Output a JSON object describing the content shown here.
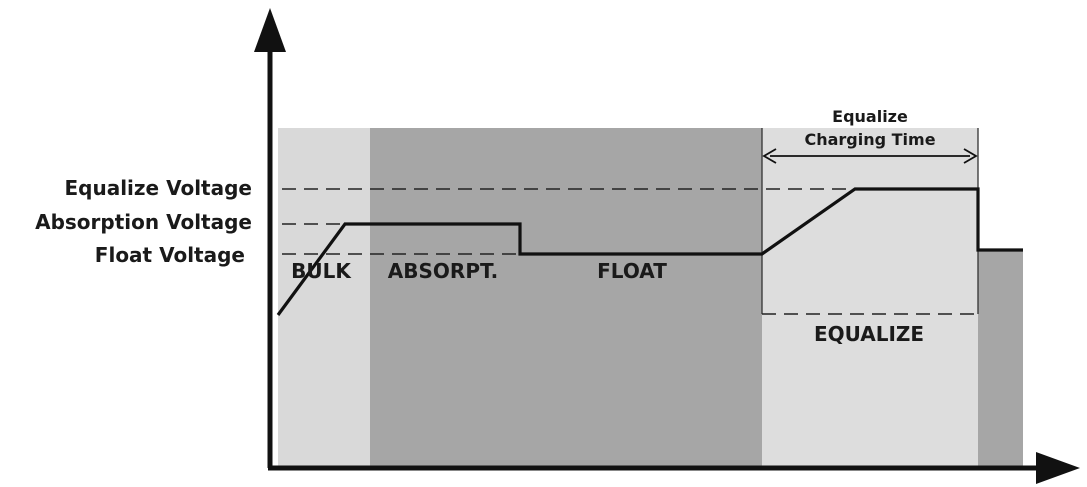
{
  "voltage_labels": {
    "equalize": "Equalize Voltage",
    "absorption": "Absorption Voltage",
    "float": "Float Voltage"
  },
  "stage_labels": {
    "bulk": "BULK",
    "absorption": "ABSORPT.",
    "float": "FLOAT",
    "equalize": "EQUALIZE"
  },
  "equalize_time": {
    "line1": "Equalize",
    "line2": "Charging Time"
  },
  "colors": {
    "light_zone": "#d9d9d9",
    "dark_zone": "#a6a6a6",
    "line": "#111111"
  }
}
